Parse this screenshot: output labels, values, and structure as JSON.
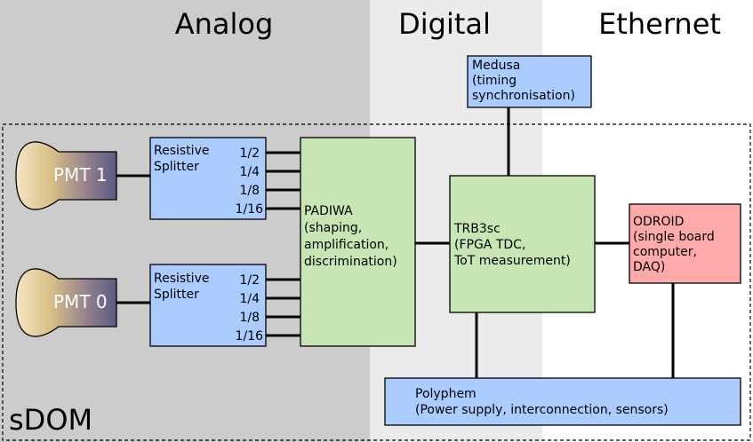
{
  "zones": {
    "analog": "Analog",
    "digital": "Digital",
    "ethernet": "Ethernet"
  },
  "sdom_label": "sDOM",
  "pmt1": "PMT 1",
  "pmt0": "PMT 0",
  "splitter_top": {
    "line1": "Resistive",
    "line2": "Splitter",
    "taps": [
      "1/2",
      "1/4",
      "1/8",
      "1/16"
    ]
  },
  "splitter_bottom": {
    "line1": "Resistive",
    "line2": "Splitter",
    "taps": [
      "1/2",
      "1/4",
      "1/8",
      "1/16"
    ]
  },
  "padiwa": {
    "line1": "PADIWA",
    "line2": "(shaping,",
    "line3": "amplification,",
    "line4": "discrimination)"
  },
  "trb3sc": {
    "line1": "TRB3sc",
    "line2": "(FPGA TDC,",
    "line3": "ToT measurement)"
  },
  "medusa": {
    "line1": "Medusa",
    "line2": "(timing",
    "line3": "synchronisation)"
  },
  "odroid": {
    "line1": "ODROID",
    "line2": "(single board",
    "line3": "computer,",
    "line4": "DAQ)"
  },
  "polyphem": {
    "line1": "Polyphem",
    "line2": "(Power supply, interconnection, sensors)"
  },
  "colors": {
    "analog_bg": "#cccccc",
    "digital_bg": "#ebebeb",
    "blue_box": "#aaccff",
    "green_box": "#c8e6b4",
    "red_box": "#ffaaaa"
  }
}
